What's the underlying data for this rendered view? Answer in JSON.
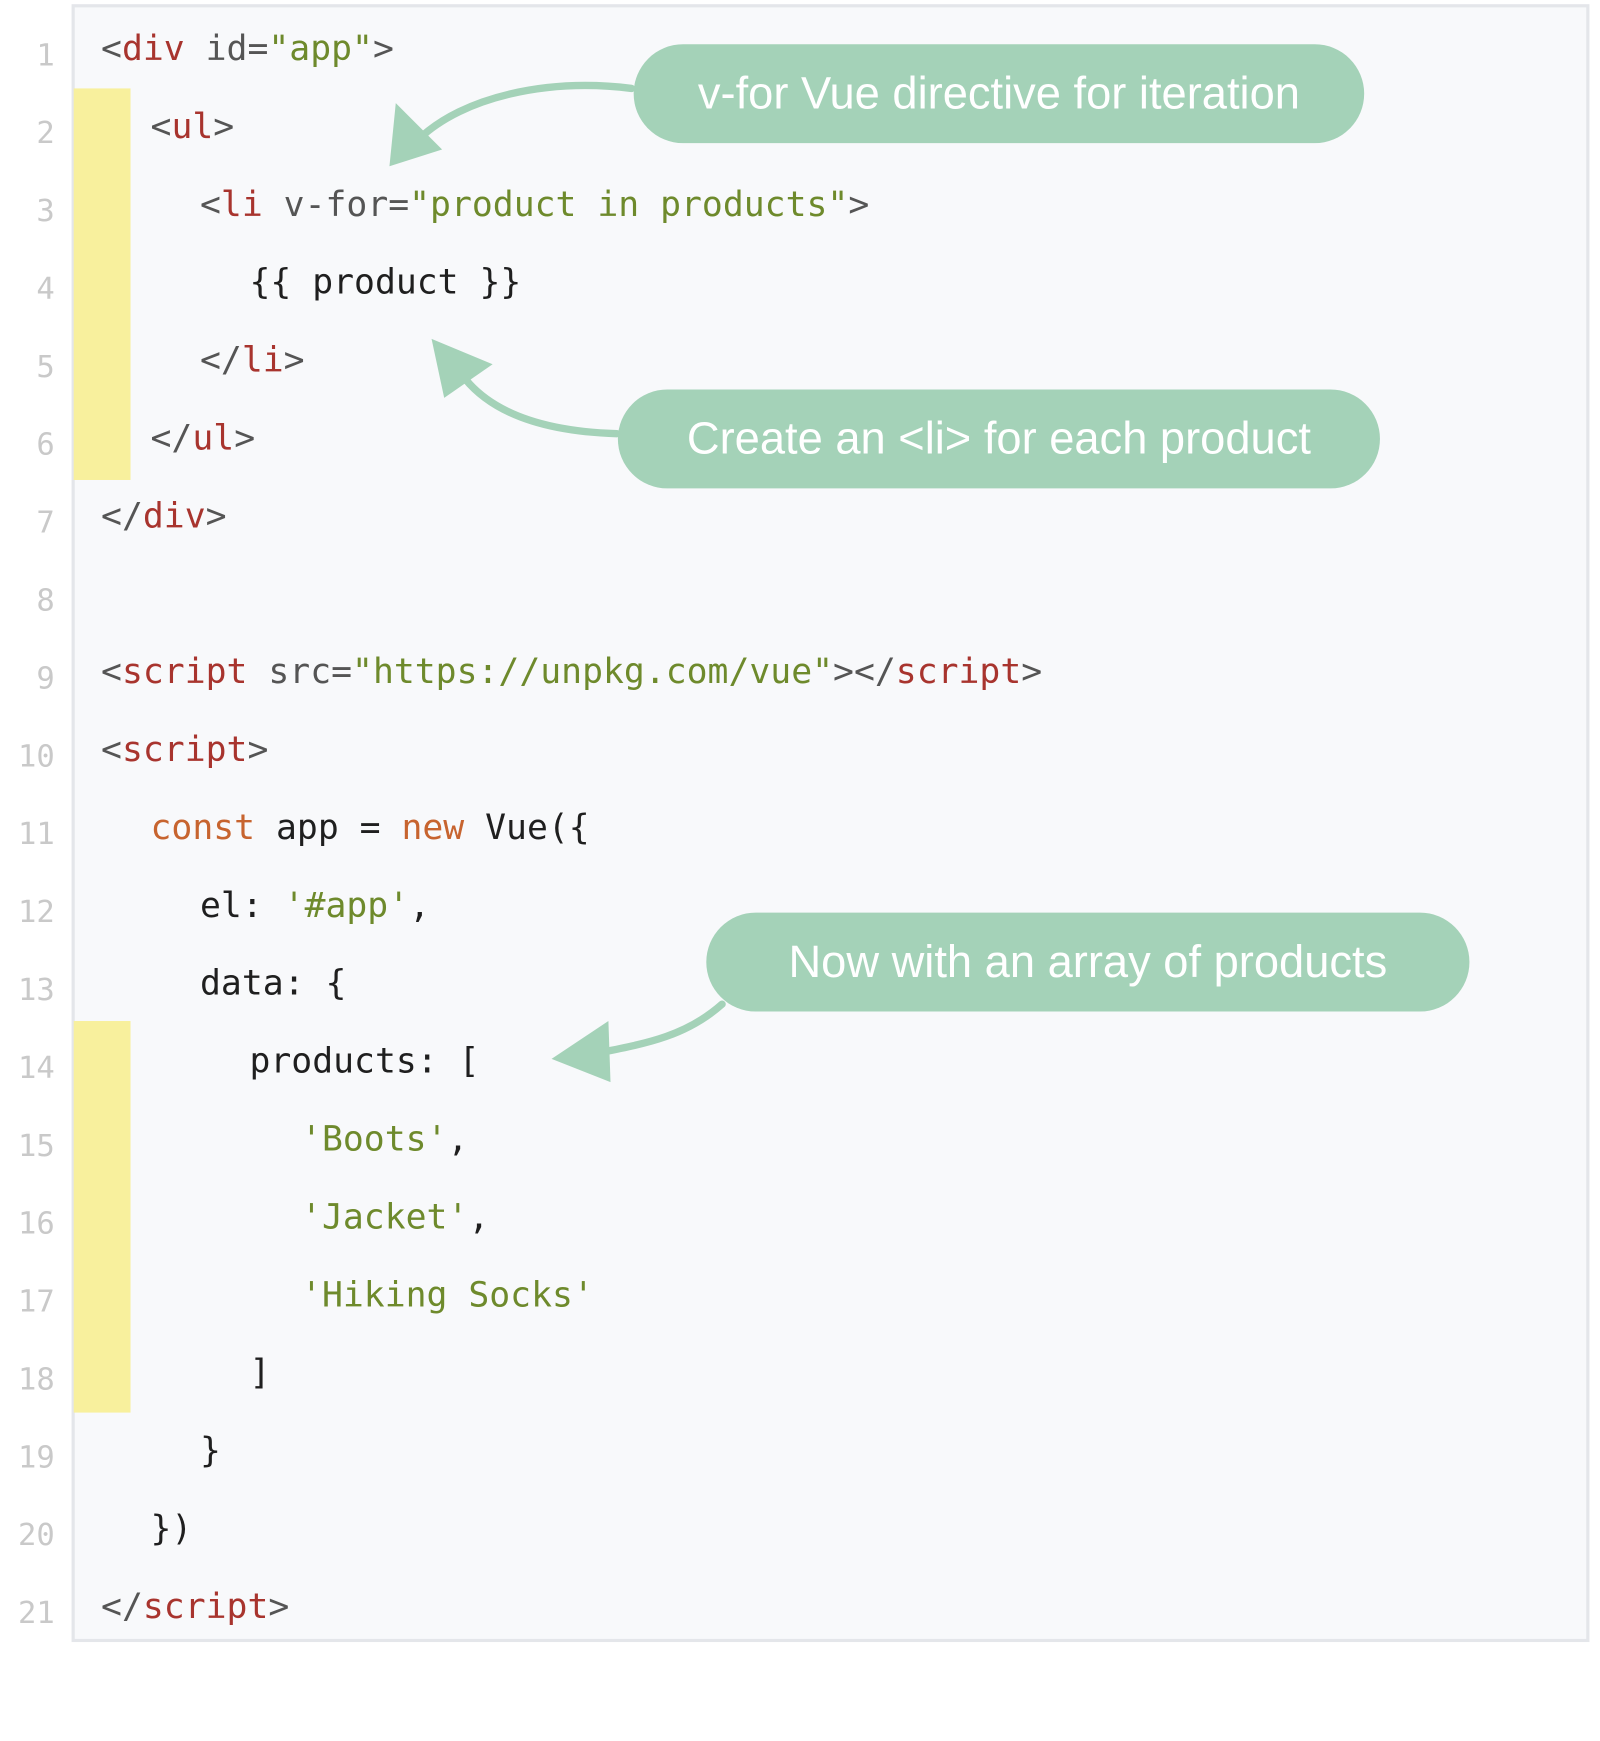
{
  "line_numbers": [
    "1",
    "2",
    "3",
    "4",
    "5",
    "6",
    "7",
    "8",
    "9",
    "10",
    "11",
    "12",
    "13",
    "14",
    "15",
    "16",
    "17",
    "18",
    "19",
    "20",
    "21"
  ],
  "code": {
    "l1": [
      "<",
      "div",
      " id=",
      "\"app\"",
      ">"
    ],
    "l2": [
      "<",
      "ul",
      ">"
    ],
    "l3": [
      "<",
      "li",
      " v-for=",
      "\"product in products\"",
      ">"
    ],
    "l4": [
      "{{ product }}"
    ],
    "l5": [
      "</",
      "li",
      ">"
    ],
    "l6": [
      "</",
      "ul",
      ">"
    ],
    "l7": [
      "</",
      "div",
      ">"
    ],
    "l9": [
      "<",
      "script",
      " src=",
      "\"https://unpkg.com/vue\"",
      "></",
      "script",
      ">"
    ],
    "l10": [
      "<",
      "script",
      ">"
    ],
    "l11": [
      "const",
      " app = ",
      "new",
      " Vue({"
    ],
    "l12": [
      "el: ",
      "'#app'",
      ","
    ],
    "l13": [
      "data: {"
    ],
    "l14": [
      "products: ["
    ],
    "l15": [
      "'Boots'",
      ","
    ],
    "l16": [
      "'Jacket'",
      ","
    ],
    "l17": [
      "'Hiking Socks'"
    ],
    "l18": [
      "]"
    ],
    "l19": [
      "}"
    ],
    "l20": [
      "})"
    ],
    "l21": [
      "</",
      "script",
      ">"
    ]
  },
  "callouts": {
    "vfor": "v-for Vue directive for iteration",
    "create_li": "Create an <li> for each product",
    "array": "Now with an array of products"
  },
  "colors": {
    "callout_bg": "#a4d2b8",
    "highlight": "#f8f09d",
    "tag": "#a8342e",
    "string": "#6e8a2c",
    "keyword": "#c7642f"
  }
}
